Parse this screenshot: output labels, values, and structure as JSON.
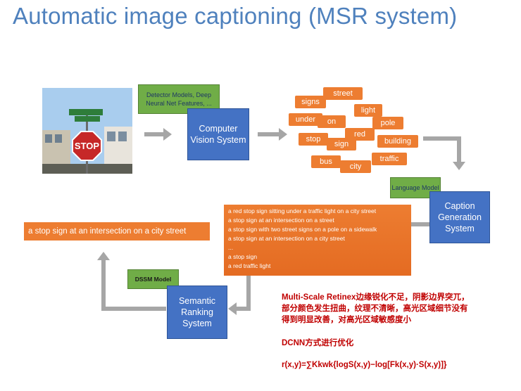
{
  "title": "Automatic image captioning (MSR system)",
  "detector_label": "Detector Models, Deep Neural Net Features, ...",
  "cv_system": "Computer Vision System",
  "words": [
    "street",
    "signs",
    "light",
    "under",
    "on",
    "pole",
    "stop",
    "red",
    "sign",
    "building",
    "bus",
    "city",
    "traffic"
  ],
  "language_model": "Language Model",
  "caption_generation": "Caption Generation System",
  "captions": [
    "a red stop sign sitting under a traffic light on a city street",
    "a stop sign at an intersection on a street",
    "a stop sign with two street signs on a pole on a sidewalk",
    "a stop sign at an intersection on a city street",
    "...",
    "a stop sign",
    "a red traffic light"
  ],
  "final_caption": "a stop sign at an intersection on a city street",
  "dssm_label": "DSSM Model",
  "semantic_ranking": "Semantic Ranking System",
  "photo": {
    "sign_text": "STOP"
  },
  "notes": {
    "line1": "Multi-Scale Retinex边缘锐化不足，阴影边界突兀，",
    "line2": "部分颜色发生扭曲，纹理不清晰，高光区域细节没有",
    "line3": "得到明显改善，对高光区域敏感度小",
    "line4": "DCNN方式进行优化",
    "line5": "r(x,y)=∑Kkwk{logS(x,y)−log[Fk(x,y)·S(x,y)]}"
  },
  "colors": {
    "title": "#4f81bd",
    "blue": "#4472c4",
    "green": "#70ad47",
    "orange": "#ed7d31",
    "red_text": "#c00000",
    "arrow": "#a6a6a6"
  }
}
